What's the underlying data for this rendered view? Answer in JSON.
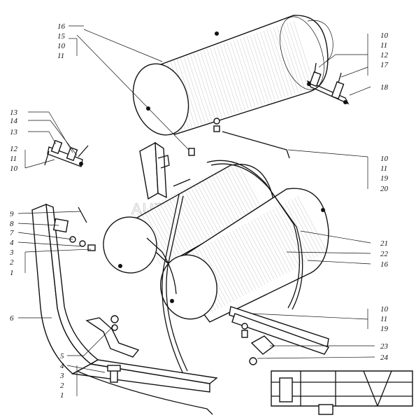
{
  "watermark": "AUTOPITER.RU",
  "callouts": {
    "top_left_stack": [
      "16",
      "15",
      "10",
      "11"
    ],
    "top_right_stack": [
      "10",
      "11",
      "12",
      "17"
    ],
    "top_right_single": "18",
    "left_upper_stack": [
      "13",
      "14",
      "13"
    ],
    "left_upper_bracket": [
      "12",
      "11",
      "10"
    ],
    "left_mid_stack": [
      "9",
      "8",
      "7",
      "4"
    ],
    "left_mid_bracket": [
      "3",
      "2",
      "1"
    ],
    "left_6": "6",
    "left_lower_stack": [
      "5",
      "4",
      "3",
      "2",
      "1"
    ],
    "right_mid_bracket": [
      "10",
      "11",
      "19",
      "20"
    ],
    "right_tank_stack": [
      "21",
      "22",
      "16"
    ],
    "right_lower_bracket": [
      "10",
      "11",
      "19"
    ],
    "right_lower_stack": [
      "23",
      "24"
    ]
  }
}
